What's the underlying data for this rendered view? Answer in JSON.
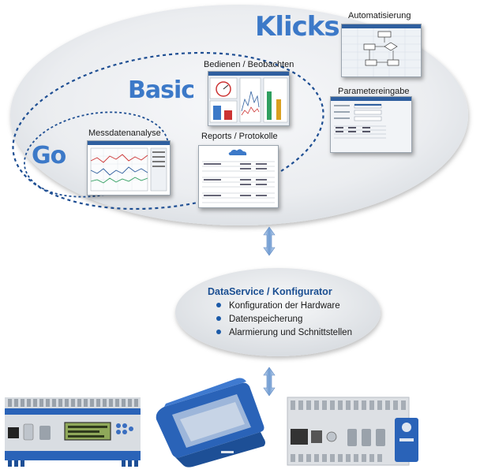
{
  "tiers": {
    "klicks": "Klicks",
    "basic": "Basic",
    "go": "Go"
  },
  "modules": {
    "automatisierung": "Automatisierung",
    "parametereingabe": "Parametereingabe",
    "bedienen": "Bedienen / Beobachten",
    "reports": "Reports / Protokolle",
    "messdaten": "Messdatenanalyse"
  },
  "dataservice": {
    "title": "DataService / Konfigurator",
    "items": [
      "Konfiguration der Hardware",
      "Datenspeicherung",
      "Alarmierung und Schnittstellen"
    ]
  },
  "colors": {
    "tier_text": "#3c79c8",
    "dashed_line": "#1f4f93",
    "ellipse_fill": "#eceef1",
    "device_blue": "#2a63b8"
  },
  "icons": [
    "double-arrow-icon",
    "bullet-dot-icon"
  ]
}
